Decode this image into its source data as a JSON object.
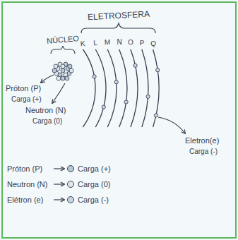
{
  "diagram": {
    "labels": [
      "ELETROSFERA",
      "NÚCLEO",
      "K",
      "L",
      "M",
      "N",
      "O",
      "P",
      "Q",
      "Próton (P)",
      "Carga (+)",
      "Neutron (N)",
      "Carga (0)",
      "Eletron(e)",
      "Carga (-)",
      "Carga (+)",
      "Carga (0)",
      "Carga (-)"
    ],
    "legend": [
      {
        "text": "Próton (P)"
      },
      {
        "text": "Neutron (N)"
      },
      {
        "text": "Elétron (e)"
      }
    ]
  }
}
